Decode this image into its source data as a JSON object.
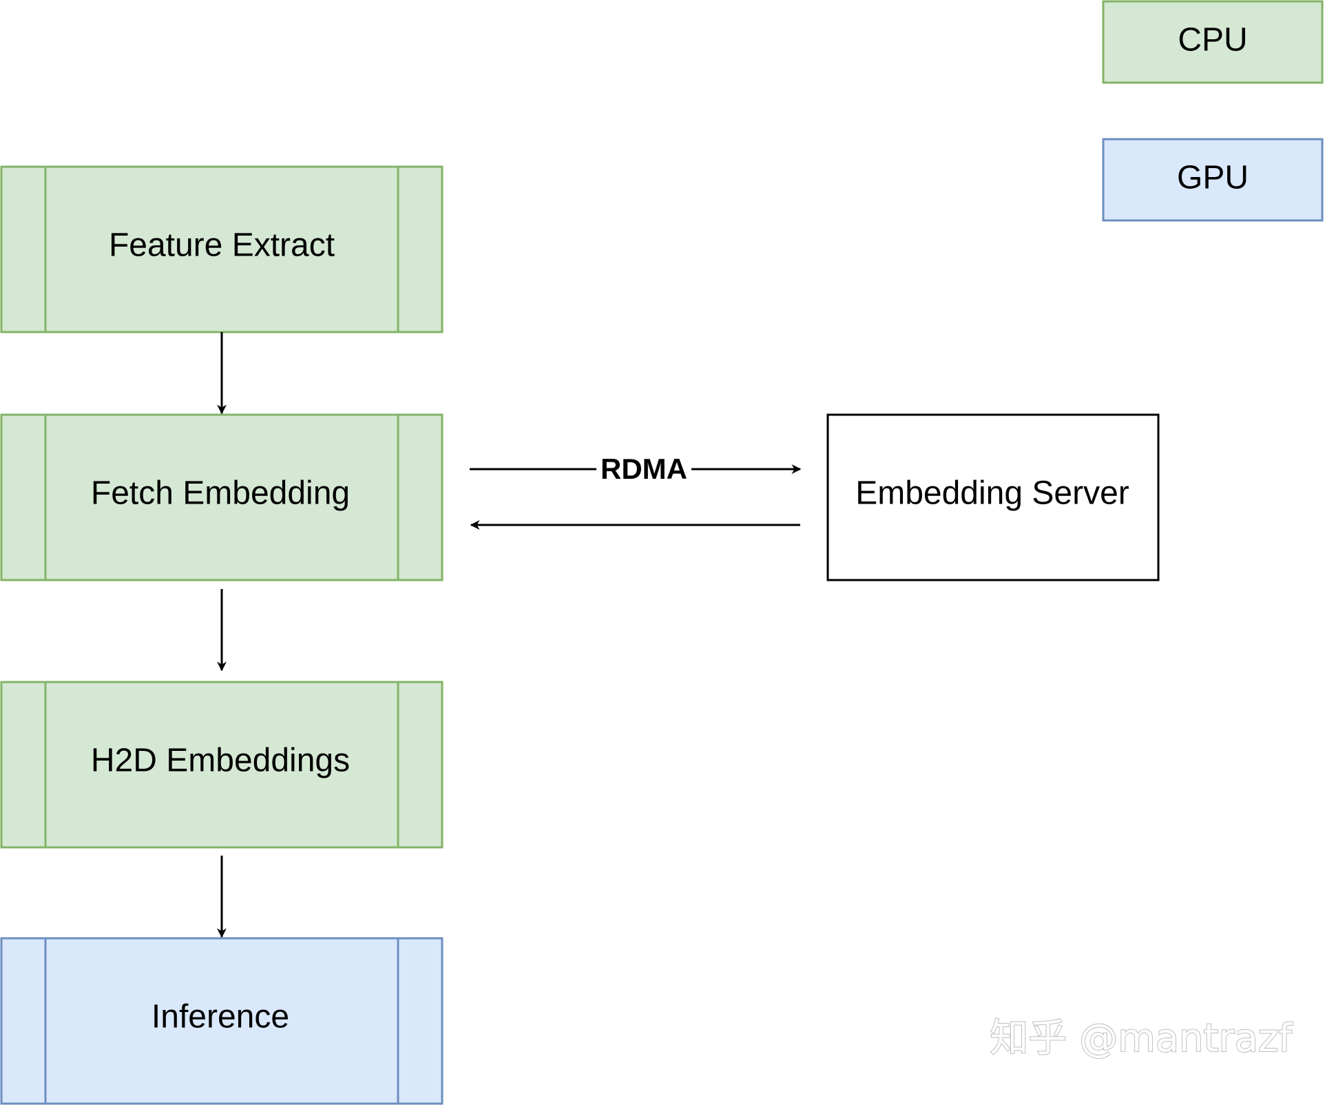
{
  "legend": [
    {
      "label": "CPU",
      "fill": "#d5e8d4",
      "stroke": "#82b366"
    },
    {
      "label": "GPU",
      "fill": "#dae8fc",
      "stroke": "#6c8ebf"
    }
  ],
  "nodes": {
    "feature_extract": {
      "label": "Feature Extract",
      "kind": "process",
      "device": "CPU"
    },
    "fetch_embedding": {
      "label": "Fetch Embedding",
      "kind": "process",
      "device": "CPU"
    },
    "h2d_embeddings": {
      "label": "H2D Embeddings",
      "kind": "process",
      "device": "CPU"
    },
    "inference": {
      "label": "Inference",
      "kind": "process",
      "device": "GPU"
    },
    "embedding_server": {
      "label": "Embedding Server",
      "kind": "plain"
    }
  },
  "edges": [
    {
      "from": "feature_extract",
      "to": "fetch_embedding",
      "label": ""
    },
    {
      "from": "fetch_embedding",
      "to": "h2d_embeddings",
      "label": ""
    },
    {
      "from": "h2d_embeddings",
      "to": "inference",
      "label": ""
    },
    {
      "from": "fetch_embedding",
      "to": "embedding_server",
      "label": "RDMA"
    },
    {
      "from": "embedding_server",
      "to": "fetch_embedding",
      "label": ""
    }
  ],
  "colors": {
    "cpu_fill": "#d5e8d4",
    "cpu_stroke": "#82b366",
    "gpu_fill": "#dae8fc",
    "gpu_stroke": "#6c8ebf",
    "plain_fill": "#ffffff",
    "plain_stroke": "#000000",
    "arrow": "#000000"
  },
  "watermark": {
    "text": "知乎 @mantrazf"
  }
}
